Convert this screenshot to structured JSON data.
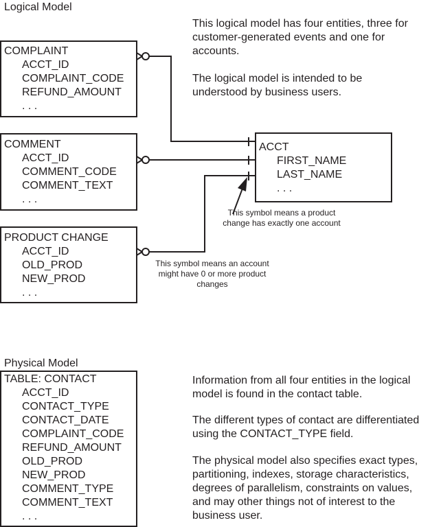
{
  "logical_model": {
    "title": "Logical Model",
    "entities": [
      {
        "name": "COMPLAINT",
        "attributes": [
          "ACCT_ID",
          "COMPLAINT_CODE",
          "REFUND_AMOUNT",
          ". . ."
        ]
      },
      {
        "name": "COMMENT",
        "attributes": [
          "ACCT_ID",
          "COMMENT_CODE",
          "COMMENT_TEXT",
          ". . ."
        ]
      },
      {
        "name": "PRODUCT CHANGE",
        "attributes": [
          "ACCT_ID",
          "OLD_PROD",
          "NEW_PROD",
          ". . ."
        ]
      },
      {
        "name": "ACCT",
        "attributes": [
          "FIRST_NAME",
          "LAST_NAME",
          ". . ."
        ]
      }
    ],
    "relationships": [
      {
        "from": "COMPLAINT",
        "to": "ACCT",
        "from_symbol": "crow-foot-zero-or-many",
        "to_symbol": "exactly-one"
      },
      {
        "from": "COMMENT",
        "to": "ACCT",
        "from_symbol": "crow-foot-zero-or-many",
        "to_symbol": "exactly-one"
      },
      {
        "from": "PRODUCT CHANGE",
        "to": "ACCT",
        "from_symbol": "crow-foot-zero-or-many",
        "to_symbol": "exactly-one"
      }
    ],
    "description": [
      "This logical model has four entities, three for customer-generated events and one for accounts.",
      "The logical model is intended to be understood by business users."
    ],
    "annotations": {
      "exactly_one": "This symbol means a product change has exactly one account",
      "zero_or_more": "This symbol means an account might have 0 or more product changes"
    }
  },
  "physical_model": {
    "title": "Physical Model",
    "table": {
      "name": "TABLE: CONTACT",
      "columns": [
        "ACCT_ID",
        "CONTACT_TYPE",
        "CONTACT_DATE",
        "COMPLAINT_CODE",
        "REFUND_AMOUNT",
        "OLD_PROD",
        "NEW_PROD",
        "COMMENT_TYPE",
        "COMMENT_TEXT",
        ". . ."
      ]
    },
    "description": [
      "Information from all four entities in the logical model is found in the contact table.",
      "The different types of contact are differentiated using the CONTACT_TYPE field.",
      "The physical model also specifies exact types, partitioning, indexes, storage characteristics, degrees of parallelism, constraints on values, and may other things not of interest to the business user."
    ]
  }
}
